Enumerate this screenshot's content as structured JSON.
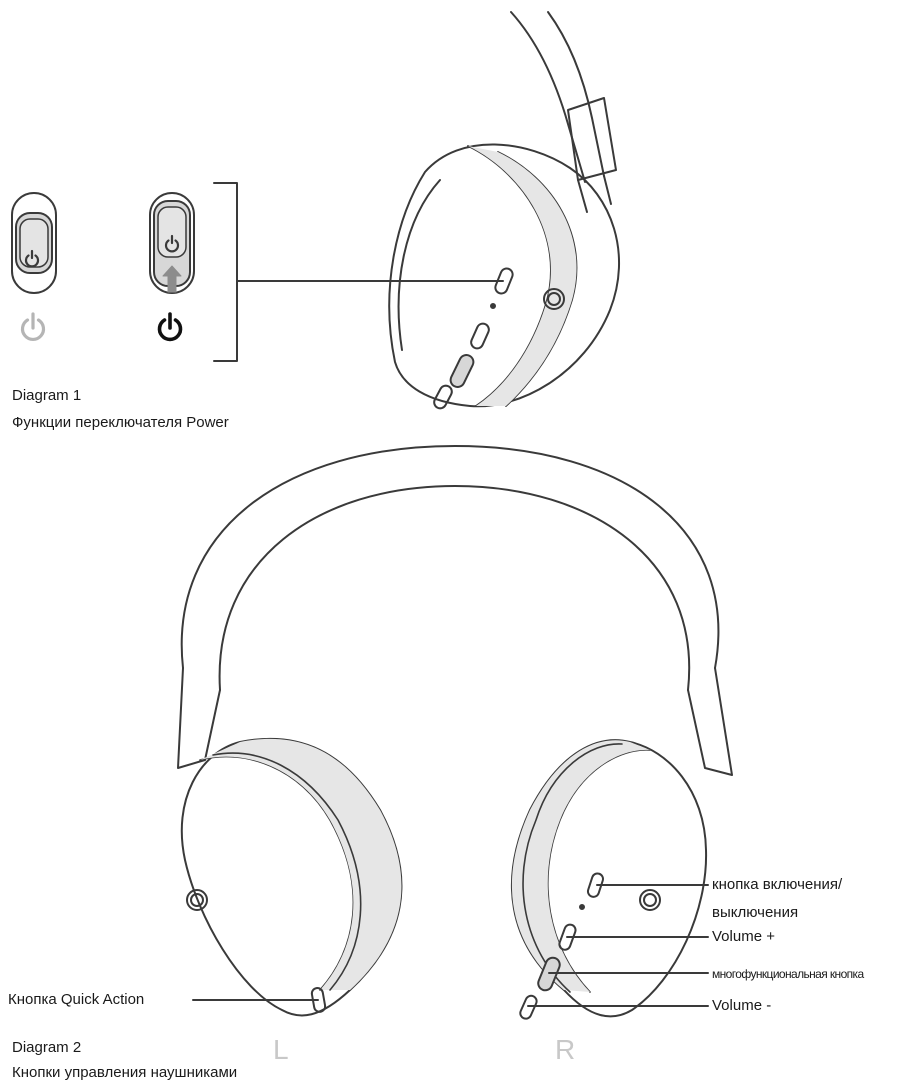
{
  "diagram1": {
    "title": "Diagram 1",
    "caption": "Функции переключателя Power"
  },
  "diagram2": {
    "title": "Diagram 2",
    "caption": "Кнопки управления наушниками",
    "side_left": "L",
    "side_right": "R",
    "labels": {
      "quick_action": "Кнопка Quick Action",
      "power_line1": "кнопка включения/",
      "power_line2": "выключения",
      "volume_up": "Volume +",
      "multifunction": "многофункциональная кнопка",
      "volume_down": "Volume -"
    }
  },
  "colors": {
    "line": "#3a3a3a",
    "earcup_band": "#e6e6e6",
    "switch_fill": "#d7d7d7",
    "power_off": "#b5b5b5",
    "power_on": "#111111"
  },
  "icons": [
    "power-off-icon",
    "power-on-icon",
    "arrow-up-icon"
  ]
}
